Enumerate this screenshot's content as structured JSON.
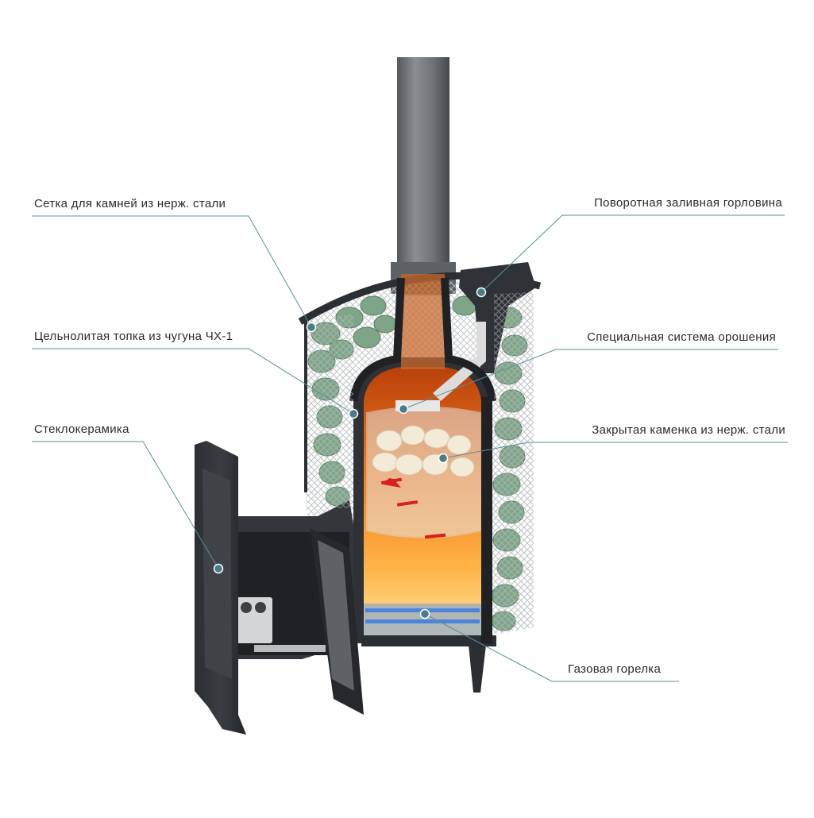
{
  "diagram": {
    "labels_left": [
      {
        "id": "mesh",
        "text": "Сетка для камней из нерж. стали"
      },
      {
        "id": "firebox",
        "text": "Цельнолитая топка из чугуна ЧХ-1"
      },
      {
        "id": "glass",
        "text": "Стеклокерамика"
      }
    ],
    "labels_right": [
      {
        "id": "filler",
        "text": "Поворотная заливная горловина"
      },
      {
        "id": "irrigation",
        "text": "Специальная система орошения"
      },
      {
        "id": "heater",
        "text": "Закрытая каменка из нерж. стали"
      },
      {
        "id": "burner",
        "text": "Газовая горелка"
      }
    ]
  },
  "colors": {
    "leader_line": "#5b8f97",
    "marker": "#4a7c86",
    "cast_iron": "#2f3236",
    "flame": "#f07a1a",
    "stones": "#7fa589",
    "pipe": "#6f7478"
  }
}
